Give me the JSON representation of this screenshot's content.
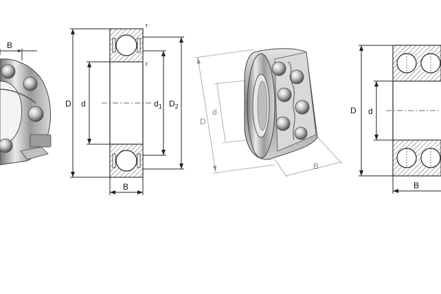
{
  "figures": [
    {
      "id": "ball-bearing-3d",
      "labels": {
        "width": "B"
      }
    },
    {
      "id": "ball-bearing-section",
      "labels": {
        "outer_diameter": "D",
        "bore": "d",
        "shoulder_d1": "d",
        "shoulder_d1_sub": "1",
        "shoulder_d2": "D",
        "shoulder_d2_sub": "2",
        "width": "B",
        "radius_top": "r",
        "radius_mid": "r"
      }
    },
    {
      "id": "double-row-bearing-3d",
      "labels": {
        "outer_diameter": "D",
        "bore": "d",
        "width": "B"
      }
    },
    {
      "id": "double-row-bearing-section",
      "labels": {
        "outer_diameter": "D",
        "bore": "d",
        "width": "B"
      }
    }
  ]
}
